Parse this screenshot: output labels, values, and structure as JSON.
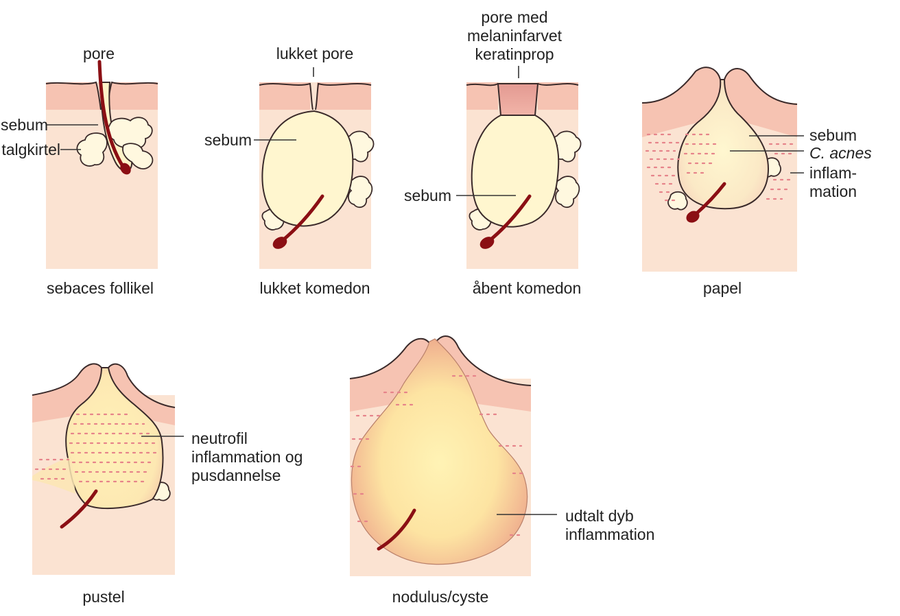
{
  "panels": {
    "follicle": {
      "caption": "sebaces follikel",
      "labels": {
        "pore": "pore",
        "sebum": "sebum",
        "gland": "talgkirtel"
      }
    },
    "closed": {
      "caption": "lukket komedon",
      "labels": {
        "pore": "lukket pore",
        "sebum": "sebum"
      }
    },
    "open": {
      "caption": "åbent komedon",
      "labels": {
        "plug_1": "pore med",
        "plug_2": "melaninfarvet",
        "plug_3": "keratinprop",
        "sebum": "sebum"
      }
    },
    "papule": {
      "caption": "papel",
      "labels": {
        "sebum": "sebum",
        "bacteria": "C. acnes",
        "inflam_1": "inflam-",
        "inflam_2": "mation"
      }
    },
    "pustule": {
      "caption": "pustel",
      "labels": {
        "line_1": "neutrofil",
        "line_2": "inflammation og",
        "line_3": "pusdannelse"
      }
    },
    "nodule": {
      "caption": "nodulus/cyste",
      "labels": {
        "line_1": "udtalt dyb",
        "line_2": "inflammation"
      }
    }
  },
  "colors": {
    "skin": "#fbe3d2",
    "epidermis": "#f6c3b2",
    "sebum": "#fff6cf",
    "hair": "#8b0f14",
    "inflammation": "#e6838a",
    "plug": "#e39a92"
  }
}
